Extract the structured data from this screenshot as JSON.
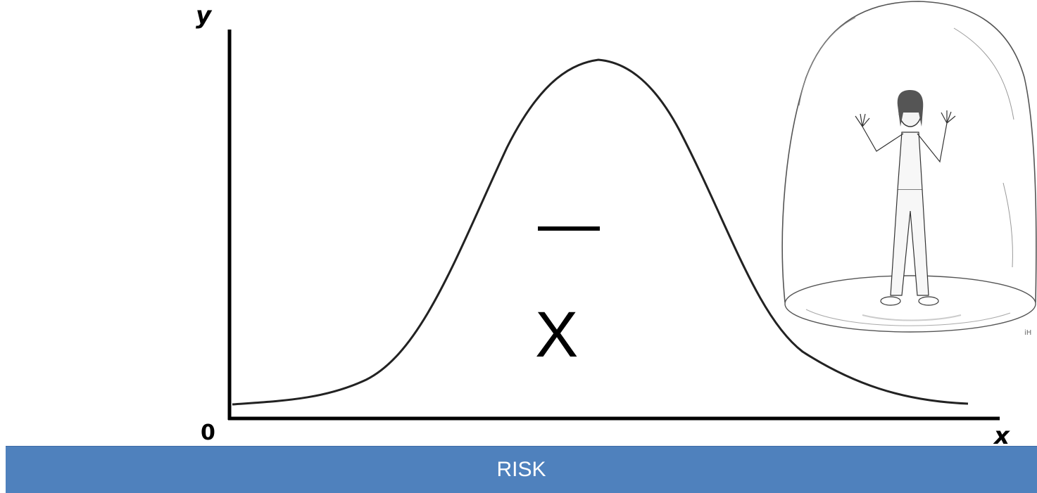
{
  "axes": {
    "y_label": "y",
    "x_label": "x",
    "origin_label": "0"
  },
  "curve": {
    "symbol": "X",
    "symbol_overline": true
  },
  "banner": {
    "text": "RISK",
    "color": "#4f81bd"
  },
  "illustration": {
    "icon": "person-in-bell-jar-icon",
    "signature": "iH"
  }
}
